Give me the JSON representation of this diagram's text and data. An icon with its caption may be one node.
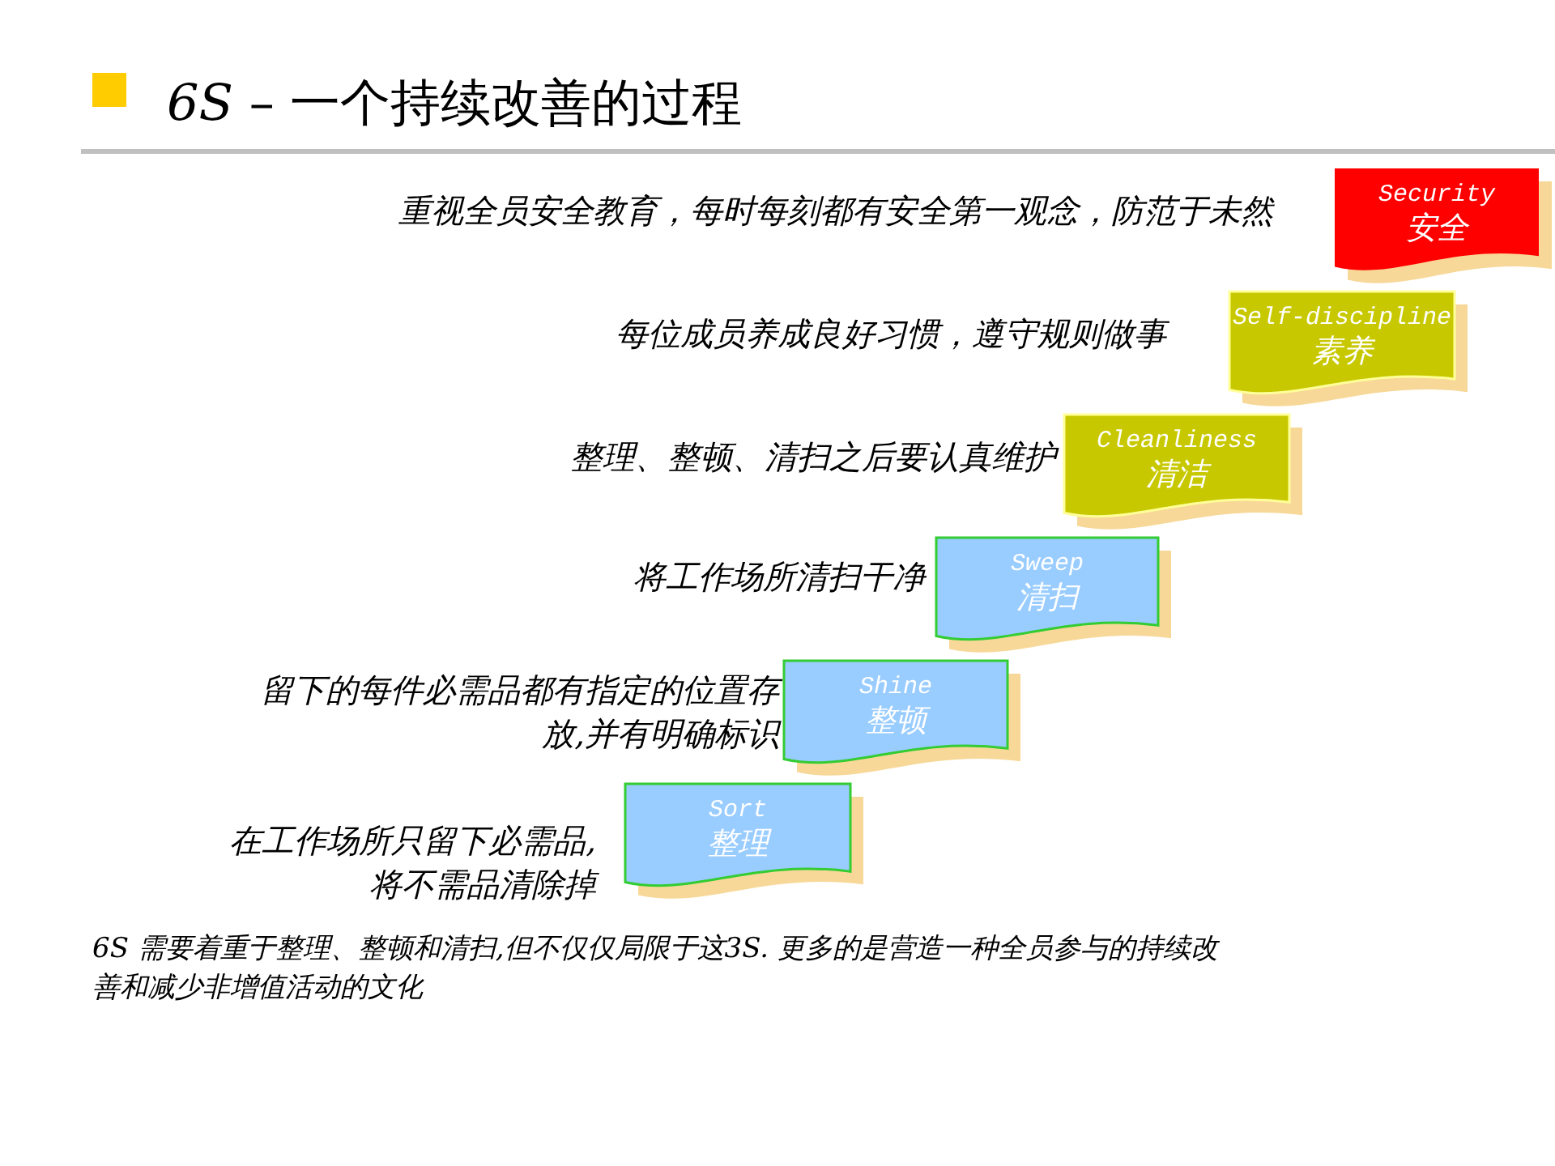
{
  "diagram": {
    "title": "*6S* – 一个持续改善的过程",
    "nodes": [
      {
        "text": [
          "Sort",
          "整理"
        ],
        "beside": [
          "在工作场所只留下必需品,将不需品清除掉"
        ]
      },
      {
        "text": [
          "Shine",
          "整顿"
        ],
        "beside": [
          "留下的每件必需品都有指定的位置存放,并有明确标识"
        ]
      },
      {
        "text": [
          "Sweep",
          "清扫"
        ],
        "beside": [
          "将工作场所清扫干净"
        ]
      },
      {
        "text": [
          "Cleanliness",
          "清洁"
        ],
        "beside": [
          "整理、整顿、清扫之后要认真维护"
        ]
      },
      {
        "text": [
          "Self-discipline",
          "素养"
        ],
        "beside": [
          "每位成员养成良好习惯，遵守规则做事"
        ]
      },
      {
        "text": [
          "Security",
          "安全"
        ],
        "beside": [
          "重视全员安全教育，每时每刻都有安全第一观念，防范于未然"
        ]
      }
    ],
    "caption": "6S 需要着重于整理、整顿和清扫,但不仅仅局限于这3S. 更多的是营造一种全员参与的持续改善和减少非增值活动的文化"
  }
}
